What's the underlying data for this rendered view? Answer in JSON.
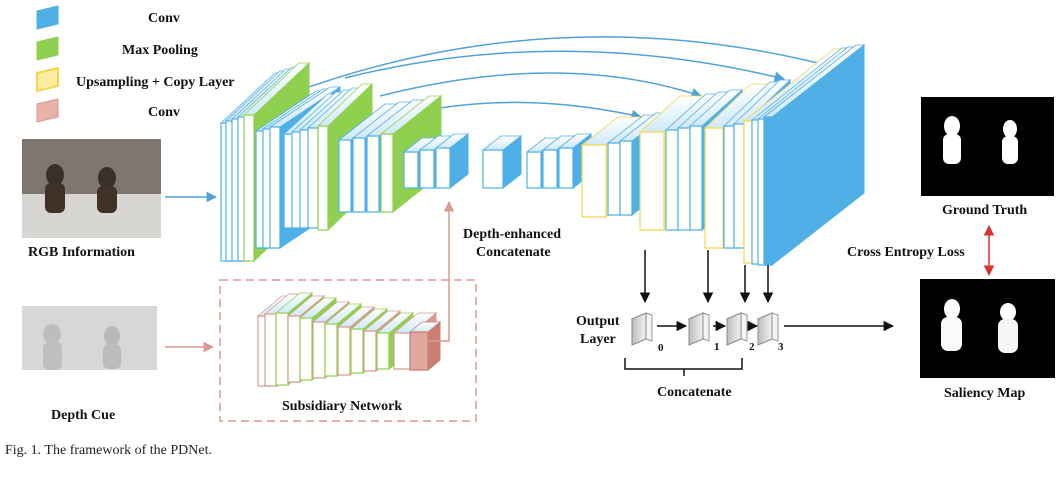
{
  "legend": [
    {
      "label": "Conv",
      "color": "#4fb0e8"
    },
    {
      "label": "Max Pooling",
      "color": "#8fd14f"
    },
    {
      "label": "Upsampling + Copy Layer",
      "color": "#f5d547"
    },
    {
      "label": "Conv",
      "color": "#d99a90"
    }
  ],
  "inputs": {
    "rgb_label": "RGB Information",
    "depth_label": "Depth Cue"
  },
  "subsidiary_label": "Subsidiary Network",
  "depth_concat_label": [
    "Depth-enhanced",
    "Concatenate"
  ],
  "output_layer_label": [
    "Output",
    "Layer"
  ],
  "output_indices": [
    "0",
    "1",
    "2",
    "3"
  ],
  "concatenate_label": "Concatenate",
  "ground_truth_label": "Ground Truth",
  "loss_label": "Cross Entropy Loss",
  "saliency_label": "Saliency Map",
  "caption": "Fig. 1.  The framework of the PDNet.",
  "colors": {
    "conv": "#4fb0e8",
    "pool": "#8fd14f",
    "up": "#f5d547",
    "sub": "#d99a90",
    "arrow": "#4fa3d9",
    "depth_arrow": "#d99a90",
    "loss_arrow": "#d9332b"
  }
}
